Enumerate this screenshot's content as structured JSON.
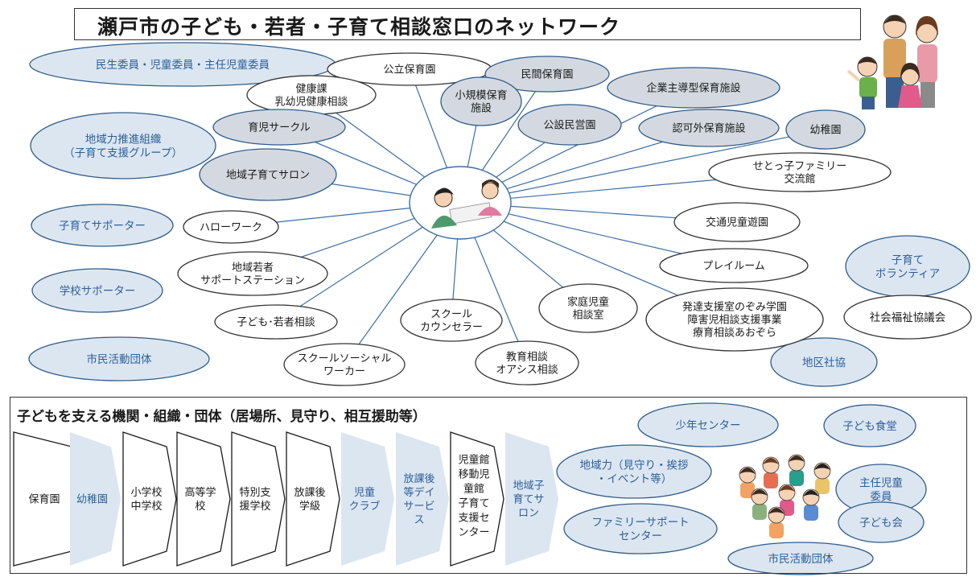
{
  "title": "瀬戸市の子ども・若者・子育て相談窓口のネットワーク",
  "colors": {
    "blue_fill": "#dce6f1",
    "gray_fill": "#d4d9e1",
    "white_fill": "#ffffff",
    "outline_blue": "#2f5c8a",
    "outline_dark": "#333333",
    "spoke": "#3c6ea5",
    "blue_text": "#2b5f99"
  },
  "center_icon": "counseling-people-icon",
  "family_icon": "family-illustration",
  "children_icon": "children-group-illustration",
  "spoke_nodes": [
    {
      "lines": [
        "公立保育園"
      ],
      "style": "white"
    },
    {
      "lines": [
        "民間保育園"
      ],
      "style": "gray"
    },
    {
      "lines": [
        "小規模保育",
        "施設"
      ],
      "style": "gray"
    },
    {
      "lines": [
        "企業主導型保育施設"
      ],
      "style": "gray"
    },
    {
      "lines": [
        "健康課",
        "乳幼児健康相談"
      ],
      "style": "white"
    },
    {
      "lines": [
        "公設民営園"
      ],
      "style": "gray"
    },
    {
      "lines": [
        "認可外保育施設"
      ],
      "style": "gray"
    },
    {
      "lines": [
        "幼稚園"
      ],
      "style": "gray"
    },
    {
      "lines": [
        "育児サークル"
      ],
      "style": "gray"
    },
    {
      "lines": [
        "地域子育てサロン"
      ],
      "style": "gray"
    },
    {
      "lines": [
        "せとっ子ファミリー",
        "交流館"
      ],
      "style": "white"
    },
    {
      "lines": [
        "ハローワーク"
      ],
      "style": "white"
    },
    {
      "lines": [
        "交通児童遊園"
      ],
      "style": "white"
    },
    {
      "lines": [
        "地域若者",
        "サポートステーション"
      ],
      "style": "white"
    },
    {
      "lines": [
        "プレイルーム"
      ],
      "style": "white"
    },
    {
      "lines": [
        "子ども･若者相談"
      ],
      "style": "white"
    },
    {
      "lines": [
        "スクール",
        "カウンセラー"
      ],
      "style": "white"
    },
    {
      "lines": [
        "家庭児童",
        "相談室"
      ],
      "style": "white"
    },
    {
      "lines": [
        "発達支援室のぞみ学園",
        "障害児相談支援事業",
        "療育相談あおぞら"
      ],
      "style": "white"
    },
    {
      "lines": [
        "スクールソーシャル",
        "ワーカー"
      ],
      "style": "white"
    },
    {
      "lines": [
        "教育相談",
        "オアシス相談"
      ],
      "style": "white"
    }
  ],
  "outer_nodes": [
    {
      "lines": [
        "民生委員・児童委員・主任児童委員"
      ],
      "style": "blue"
    },
    {
      "lines": [
        "地域力推進組織",
        "（子育て支援グループ）"
      ],
      "style": "blue"
    },
    {
      "lines": [
        "子育てサポーター"
      ],
      "style": "blue"
    },
    {
      "lines": [
        "学校サポーター"
      ],
      "style": "blue"
    },
    {
      "lines": [
        "市民活動団体"
      ],
      "style": "blue"
    },
    {
      "lines": [
        "子育て",
        "ボランティア"
      ],
      "style": "blue"
    },
    {
      "lines": [
        "社会福祉協議会"
      ],
      "style": "white"
    },
    {
      "lines": [
        "地区社協"
      ],
      "style": "blue"
    }
  ],
  "bottom": {
    "title": "子どもを支える機関・組織・団体（居場所、見守り、相互援助等）",
    "stages": [
      {
        "lines": [
          "保育園"
        ],
        "style": "white"
      },
      {
        "lines": [
          "幼稚園"
        ],
        "style": "blue"
      },
      {
        "lines": [
          "小学校",
          "中学校"
        ],
        "style": "white"
      },
      {
        "lines": [
          "高等学",
          "校"
        ],
        "style": "white"
      },
      {
        "lines": [
          "特別支",
          "援学校"
        ],
        "style": "white"
      },
      {
        "lines": [
          "放課後",
          "学級"
        ],
        "style": "white"
      },
      {
        "lines": [
          "児童",
          "クラブ"
        ],
        "style": "blue"
      },
      {
        "lines": [
          "放課後",
          "等デイ",
          "サービ",
          "ス"
        ],
        "style": "blue"
      },
      {
        "lines": [
          "児童館",
          "移動児",
          "童館",
          "子育て",
          "支援セ",
          "ンター"
        ],
        "style": "white"
      },
      {
        "lines": [
          "地域子",
          "育てサ",
          "ロン"
        ],
        "style": "blue"
      }
    ],
    "ovals": [
      {
        "lines": [
          "少年センター"
        ]
      },
      {
        "lines": [
          "子ども食堂"
        ]
      },
      {
        "lines": [
          "地域力（見守り・挨拶",
          "・イベント等）"
        ]
      },
      {
        "lines": [
          "主任児童",
          "委員"
        ]
      },
      {
        "lines": [
          "ファミリーサポート",
          "センター"
        ]
      },
      {
        "lines": [
          "子ども会"
        ]
      },
      {
        "lines": [
          "市民活動団体"
        ]
      }
    ]
  }
}
